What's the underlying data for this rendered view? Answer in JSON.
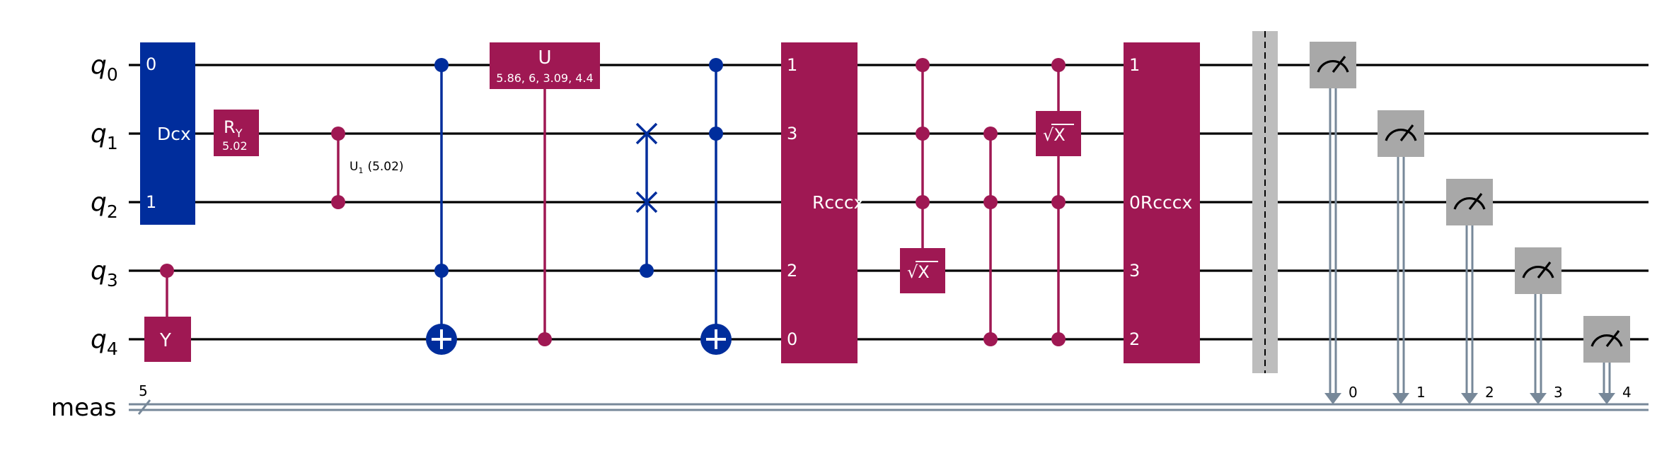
{
  "qubits": [
    {
      "name": "q",
      "index": "0"
    },
    {
      "name": "q",
      "index": "1"
    },
    {
      "name": "q",
      "index": "2"
    },
    {
      "name": "q",
      "index": "3"
    },
    {
      "name": "q",
      "index": "4"
    }
  ],
  "classical": {
    "name": "meas",
    "width_label": "5"
  },
  "colors": {
    "blue": "#002D9C",
    "magenta": "#9F1853",
    "gray": "#A8A8A8",
    "classical": "#778899",
    "barrier": "#BDBDBD"
  },
  "gates": {
    "dcx": {
      "label": "Dcx",
      "pin_top": "0",
      "pin_bottom": "1"
    },
    "ry": {
      "label": "R",
      "sub": "Y",
      "param": "5.02"
    },
    "cu1": {
      "label": "U",
      "sub": "1",
      "param": "(5.02)"
    },
    "y": {
      "label": "Y"
    },
    "u": {
      "label": "U",
      "params": "5.86, 6, 3.09, 4.4"
    },
    "rcccx1": {
      "label": "Rcccx",
      "pins": [
        "1",
        "3",
        "2",
        "0"
      ]
    },
    "sx1": {
      "label": "X",
      "symbol": "√"
    },
    "sx2": {
      "label": "X",
      "symbol": "√"
    },
    "rcccx2": {
      "label": "0Rcccx",
      "pins": [
        "1",
        "3",
        "2"
      ]
    }
  },
  "measure_bits": [
    "0",
    "1",
    "2",
    "3",
    "4"
  ]
}
